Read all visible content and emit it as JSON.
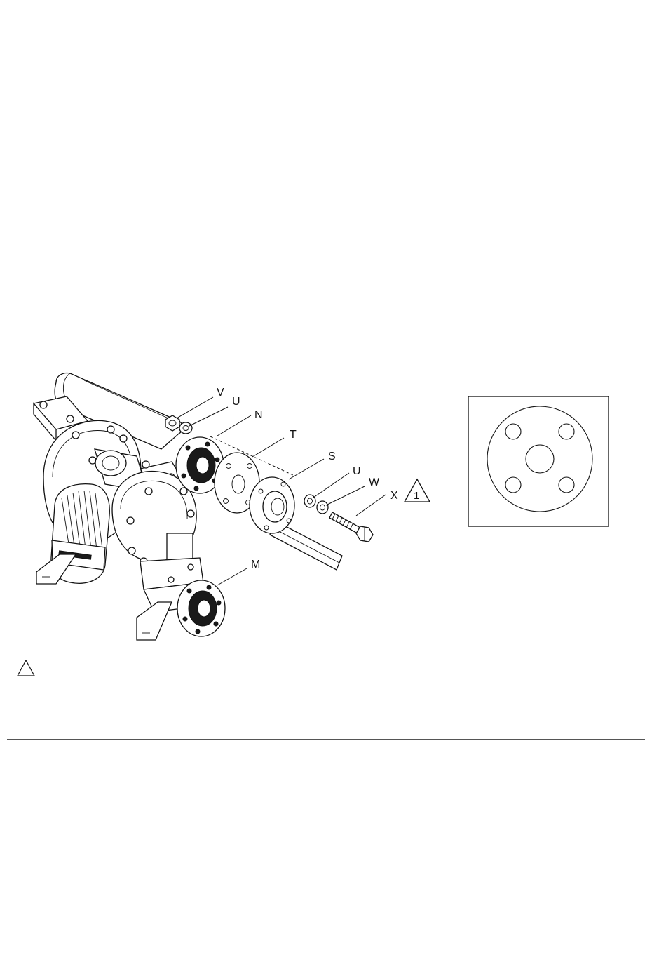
{
  "figure": {
    "callouts": {
      "V": "V",
      "U_top": "U",
      "N": "N",
      "T": "T",
      "S": "S",
      "U_lower": "U",
      "W": "W",
      "X": "X",
      "M": "M"
    },
    "note_flag": "1"
  },
  "colors": {
    "line": "#111111",
    "background": "#ffffff",
    "rule": "#555555"
  },
  "icons": {
    "note_triangle": "triangle-icon"
  }
}
